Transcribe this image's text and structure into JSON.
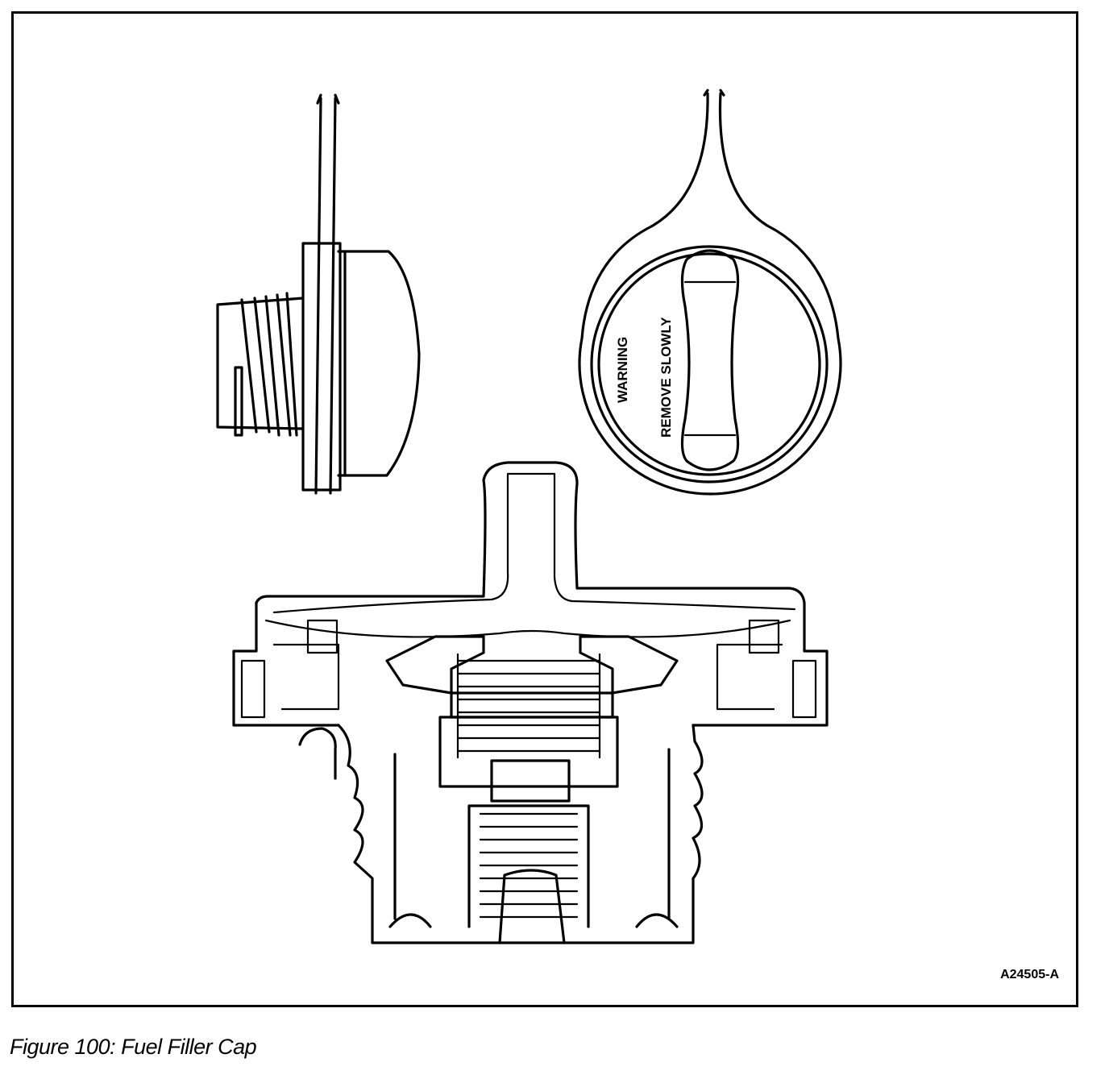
{
  "figure": {
    "id_label": "A24505-A",
    "caption": "Figure 100: Fuel Filler Cap"
  },
  "cap_top_view": {
    "warning_text": "WARNING",
    "instruction_text": "REMOVE SLOWLY"
  }
}
